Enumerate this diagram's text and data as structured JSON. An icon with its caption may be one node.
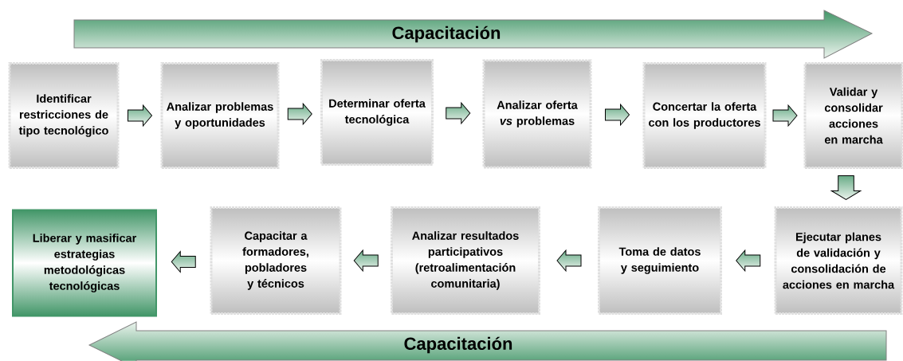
{
  "diagram": {
    "nodes": [
      {
        "text": [
          "Capacitación"
        ]
      },
      {
        "text": [
          "Identificar restricciones de tipo tecnológico"
        ]
      },
      {
        "text": [
          "Analizar problemas y oportunidades"
        ]
      },
      {
        "text": [
          "Determinar oferta tecnológica"
        ]
      },
      {
        "text": [
          "Analizar oferta *vs* problemas"
        ]
      },
      {
        "text": [
          "Concertar la oferta con los productores"
        ]
      },
      {
        "text": [
          "Validar y consolidar acciones en marcha"
        ]
      },
      {
        "text": [
          "Liberar y masificar estrategias metodológicas tecnológicas"
        ]
      },
      {
        "text": [
          "Capacitar a formadores, pobladores y técnicos"
        ]
      },
      {
        "text": [
          "Analizar resultados participativos (retroalimentación comunitaria)"
        ]
      },
      {
        "text": [
          "Toma de datos y seguimiento"
        ]
      },
      {
        "text": [
          "Ejecutar planes de validación y consolidación de acciones en marcha"
        ]
      },
      {
        "text": [
          "Capacitación"
        ]
      }
    ],
    "edges": [
      {
        "from": 1,
        "to": 2,
        "arrow": "to"
      },
      {
        "from": 2,
        "to": 3,
        "arrow": "to"
      },
      {
        "from": 3,
        "to": 4,
        "arrow": "to"
      },
      {
        "from": 4,
        "to": 5,
        "arrow": "to"
      },
      {
        "from": 5,
        "to": 6,
        "arrow": "to"
      },
      {
        "from": 6,
        "to": 11,
        "arrow": "to"
      },
      {
        "from": 11,
        "to": 10,
        "arrow": "to"
      },
      {
        "from": 10,
        "to": 9,
        "arrow": "to"
      },
      {
        "from": 9,
        "to": 8,
        "arrow": "to"
      },
      {
        "from": 8,
        "to": 7,
        "arrow": "to"
      }
    ]
  }
}
